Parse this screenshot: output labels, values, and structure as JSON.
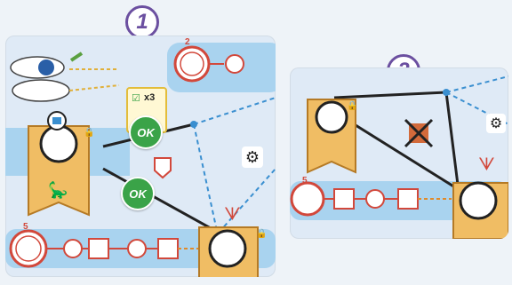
{
  "steps": {
    "step1": "1",
    "step2": "2"
  },
  "badges": {
    "ok1": "OK",
    "ok2": "OK"
  },
  "card": {
    "multiplier": "x3"
  },
  "tracks": {
    "top_number": "2",
    "bottom_number": "5",
    "panel2_number": "5"
  },
  "icons": [
    "gear-icon",
    "shield-icon",
    "crossed-out-icon",
    "lock-icon",
    "coral-icon",
    "dinosaur-icon",
    "camera-icon",
    "check-icon"
  ],
  "colors": {
    "accent_purple": "#6b4fa0",
    "ok_green": "#3aa348",
    "track_red": "#d2483b",
    "banner_orange": "#f0bd64",
    "track_blue": "#a9d3ef"
  }
}
